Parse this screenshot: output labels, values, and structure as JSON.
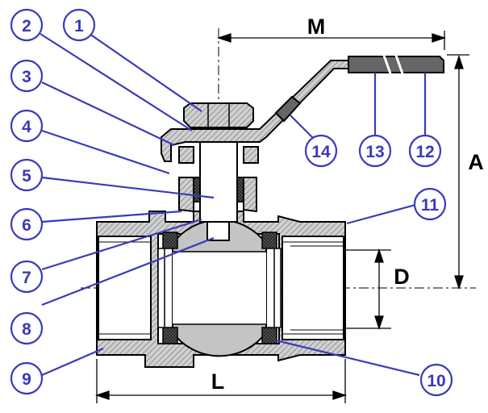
{
  "title": "Ball valve sectional drawing",
  "colors": {
    "callout": "#3a3ab8",
    "callout_fill": "#ffffff",
    "body_fill": "#c8c8c8",
    "ball_fill": "#b8b8b8",
    "seal_fill": "#555555",
    "outline": "#000000"
  },
  "callouts": [
    {
      "id": "1",
      "label": "1"
    },
    {
      "id": "2",
      "label": "2"
    },
    {
      "id": "3",
      "label": "3"
    },
    {
      "id": "4",
      "label": "4"
    },
    {
      "id": "5",
      "label": "5"
    },
    {
      "id": "6",
      "label": "6"
    },
    {
      "id": "7",
      "label": "7"
    },
    {
      "id": "8",
      "label": "8"
    },
    {
      "id": "9",
      "label": "9"
    },
    {
      "id": "10",
      "label": "10"
    },
    {
      "id": "11",
      "label": "11"
    },
    {
      "id": "12",
      "label": "12"
    },
    {
      "id": "13",
      "label": "13"
    },
    {
      "id": "14",
      "label": "14"
    }
  ],
  "dimensions": {
    "M": "M",
    "A": "A",
    "D": "D",
    "L": "L"
  }
}
